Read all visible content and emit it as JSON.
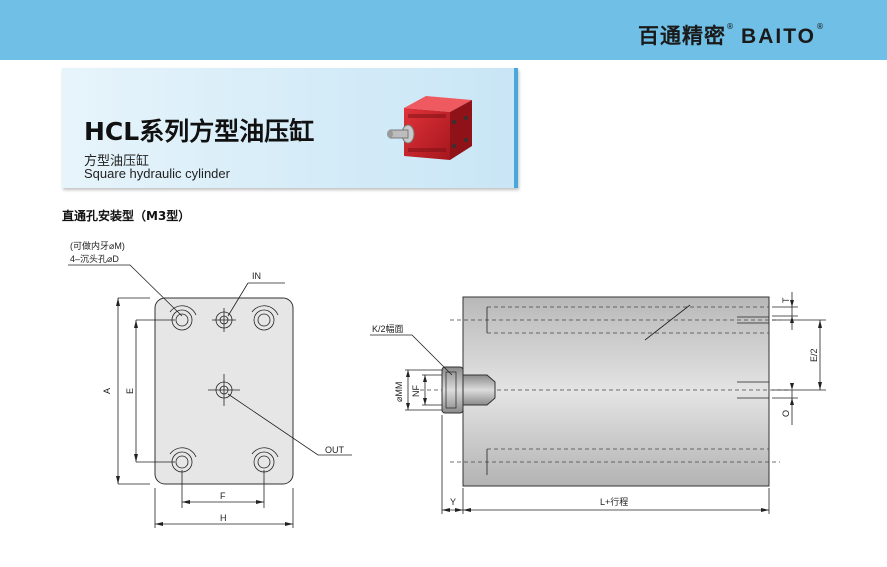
{
  "header": {
    "brand_cn": "百通精密",
    "brand_en": "BAITO",
    "registered_mark": "®",
    "bar_color": "#6fbfe6"
  },
  "product": {
    "title": "HCL系列方型油压缸",
    "subtitle_cn": "方型油压缸",
    "subtitle_en": "Square hydraulic cylinder",
    "accent_color": "#c8202a"
  },
  "section_title": "直通孔安装型（M3型）",
  "front_view": {
    "note_thread": "(可做内牙⌀M)",
    "note_hole": "4–沉头孔⌀D",
    "port_in": "IN",
    "port_out": "OUT",
    "dim_A": "A",
    "dim_E": "E",
    "dim_F": "F",
    "dim_H": "H"
  },
  "side_view": {
    "note_flats": "K/2幅面",
    "dim_MM": "⌀MM",
    "dim_NF": "NF",
    "dim_Y": "Y",
    "dim_stroke": "L+行程",
    "dim_T": "T",
    "dim_E2": "E/2",
    "dim_O": "O"
  }
}
